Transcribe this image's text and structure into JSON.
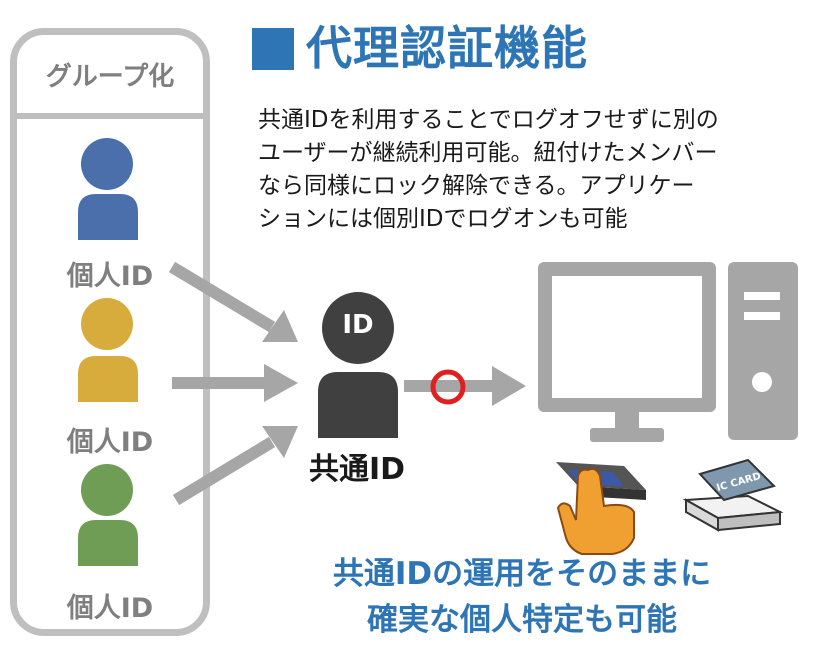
{
  "group": {
    "title": "グループ化"
  },
  "individuals": [
    {
      "label": "個人ID",
      "color": "#4a6faa"
    },
    {
      "label": "個人ID",
      "color": "#d8ac3c"
    },
    {
      "label": "個人ID",
      "color": "#6f9d55"
    }
  ],
  "heading": {
    "title": "代理認証機能"
  },
  "description": {
    "lines": [
      "共通IDを利用することでログオフせずに別の",
      "ユーザーが継続利用可能。紐付けたメンバー",
      "なら同様にロック解除できる。アプリケー",
      "ションには個別IDでログオンも可能"
    ]
  },
  "shared_user": {
    "badge": "ID",
    "label": "共通ID"
  },
  "card_label": "IC CARD",
  "bottom_message": {
    "line1": "共通IDの運用をそのままに",
    "line2": "確実な個人特定も可能"
  },
  "colors": {
    "accent": "#2e75b6",
    "panel_border": "#bfbfbf",
    "arrow": "#a6a6a6",
    "shared_user": "#404040",
    "circle_mark": "#e02020"
  }
}
